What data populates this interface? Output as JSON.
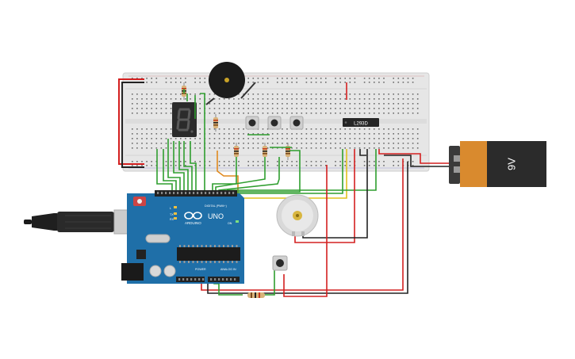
{
  "arduino": {
    "brand": "ARDUINO",
    "model": "UNO",
    "digital_label": "DIGITAL (PWM~)",
    "power_label": "POWER",
    "analog_label": "ANALOG IN",
    "led_l": "L",
    "led_tx": "TX",
    "led_rx": "RX",
    "on_label": "ON"
  },
  "battery": {
    "label": "9V"
  },
  "ic": {
    "label": "L293D"
  },
  "colors": {
    "wire_green": "#2f9e2f",
    "wire_red": "#d42020",
    "wire_black": "#222222",
    "wire_orange": "#e08a1e",
    "wire_yellow": "#e0c21e",
    "board_blue": "#1f6fa8",
    "breadboard": "#e6e6e6"
  },
  "icons": [
    "buzzer-icon",
    "seven-segment-icon",
    "push-button-icon",
    "dc-motor-icon",
    "resistor-icon",
    "usb-cable-icon",
    "battery-icon",
    "ic-chip-icon"
  ]
}
